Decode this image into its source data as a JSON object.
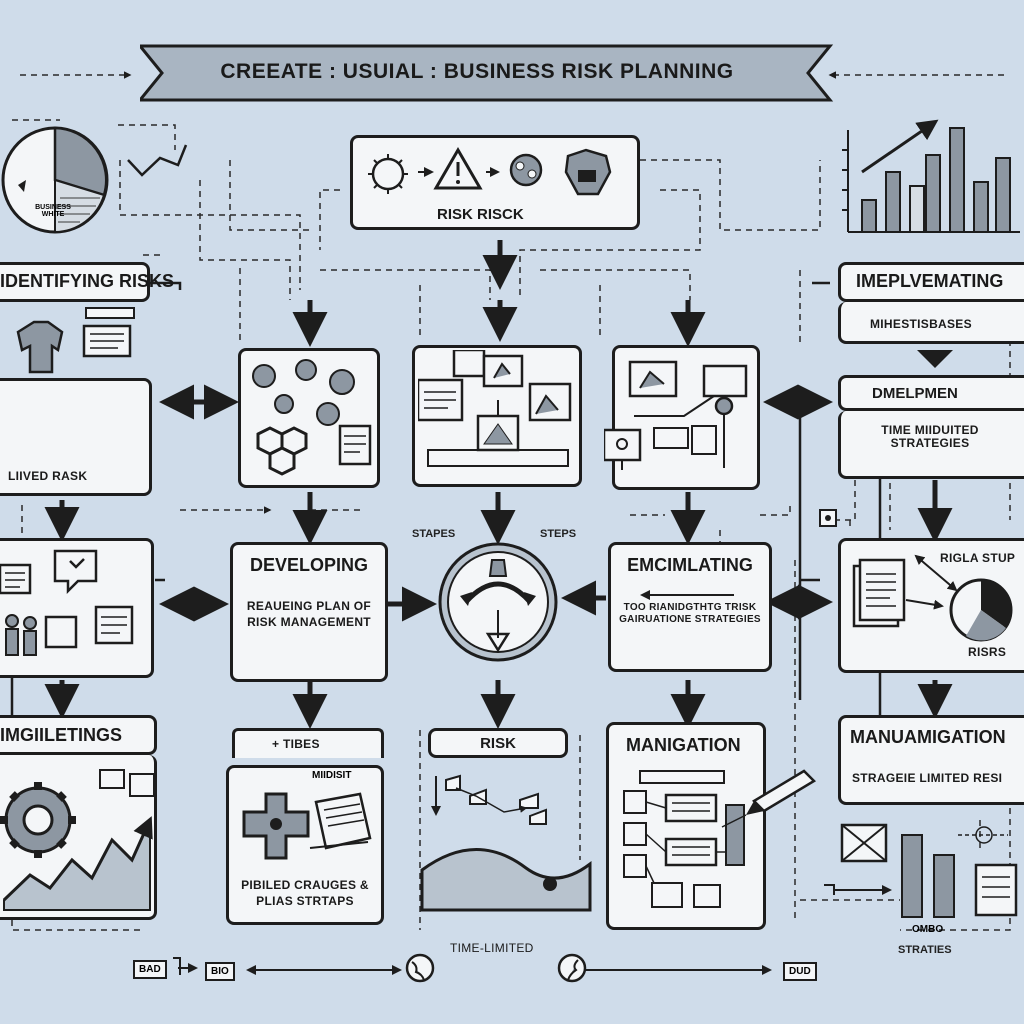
{
  "title": "CREEATE : USUIAL : BUSINESS RISK PLANNING",
  "labels": {
    "top_center": "RISK RISCK",
    "identifying": "IDENTIFYING RISKS",
    "lived_risk": "LIIVED RASK",
    "implementing": "IMEPLVEMATING",
    "milestones": "MIHESTISBASES",
    "development": "DMELPMEN",
    "time_strategies": "TIME MIIDUITED STRATEGIES",
    "developing": "DEVELOPING",
    "plan_mgmt": "REAUEING PLAN OF RISK MANAGEMENT",
    "stapes": "STAPES",
    "steps": "STEPS",
    "emcimlating": "EMCIMLATING",
    "emc_sub": "TOO RIANIDGTHTG TRISK GAIRUATIONE STRATEGIES",
    "rigla_stup": "RIGLA STUP",
    "risrs": "RISRS",
    "imgiiletings": "IMGIILETINGS",
    "tibes": "+ TIBES",
    "miidisit": "MIIDISIT",
    "pibiled": "PIBILED CRAUGES & PLIAS STRTAPS",
    "risk_low": "RISK",
    "manigation": "MANIGATION",
    "manuamigation": "MANUAMIGATION",
    "strageie": "STRAGEIE LIMITED RESI",
    "time_limited": "TIME-LIMITED",
    "strategies": "STRATIES",
    "bad": "BAD",
    "bio": "BIO",
    "dud": "DUD",
    "ombo": "OMBO",
    "pie_caption": "BUSINESS WHITE"
  },
  "colors": {
    "background": "#cfdcea",
    "box": "#f4f6f8",
    "line": "#1d1d1d",
    "banner": "#a9b5c2",
    "accent": "#7b8794"
  },
  "icons": [
    "pie-chart-icon",
    "bar-chart-icon",
    "warning-icon",
    "gear-icon",
    "shirt-icon",
    "target-icon",
    "globe-icon",
    "pen-icon",
    "document-icon",
    "people-icon"
  ]
}
